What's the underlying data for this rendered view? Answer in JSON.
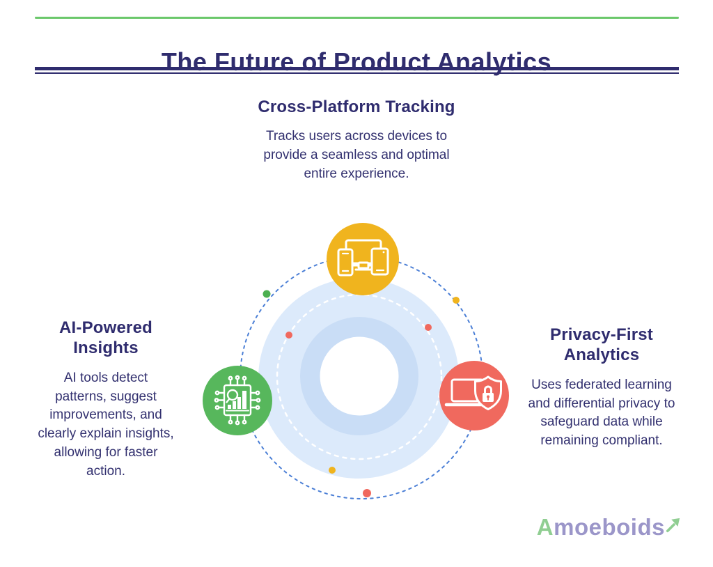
{
  "header": {
    "title": "The Future of Product Analytics"
  },
  "sections": {
    "top": {
      "heading": "Cross-Platform Tracking",
      "body": "Tracks users across devices to provide a seamless and optimal entire experience."
    },
    "left": {
      "heading": "AI-Powered Insights",
      "body": "AI tools detect patterns, suggest improvements, and clearly explain insights, allowing for faster action."
    },
    "right": {
      "heading": "Privacy-First Analytics",
      "body": "Uses federated learning and differential privacy to safeguard data while remaining compliant."
    }
  },
  "diagram": {
    "nodes": [
      {
        "id": "cross-platform-tracking",
        "icon": "devices-icon",
        "color": "#F0B41E"
      },
      {
        "id": "ai-powered-insights",
        "icon": "ai-chip-icon",
        "color": "#57B75C"
      },
      {
        "id": "privacy-first-analytics",
        "icon": "laptop-shield-icon",
        "color": "#F0695E"
      }
    ],
    "colors": {
      "outer_dashed": "#4B7FD6",
      "halo": "#DCEAFB",
      "ring": "#C9DDF6",
      "center": "#FFFFFF",
      "inner_dashed": "#FFFFFF",
      "dot_green": "#4CAF50",
      "dot_yellow": "#F0B41E",
      "dot_red": "#F0695E"
    }
  },
  "theme": {
    "accent_green": "#6BC86B",
    "navy": "#2F2C6E",
    "background": "#FFFFFF"
  },
  "logo": {
    "prefix": "A",
    "rest": "moeboids",
    "prefix_color": "#90CE92",
    "text_color": "#9B96C9",
    "arrow_color": "#90CE92"
  }
}
